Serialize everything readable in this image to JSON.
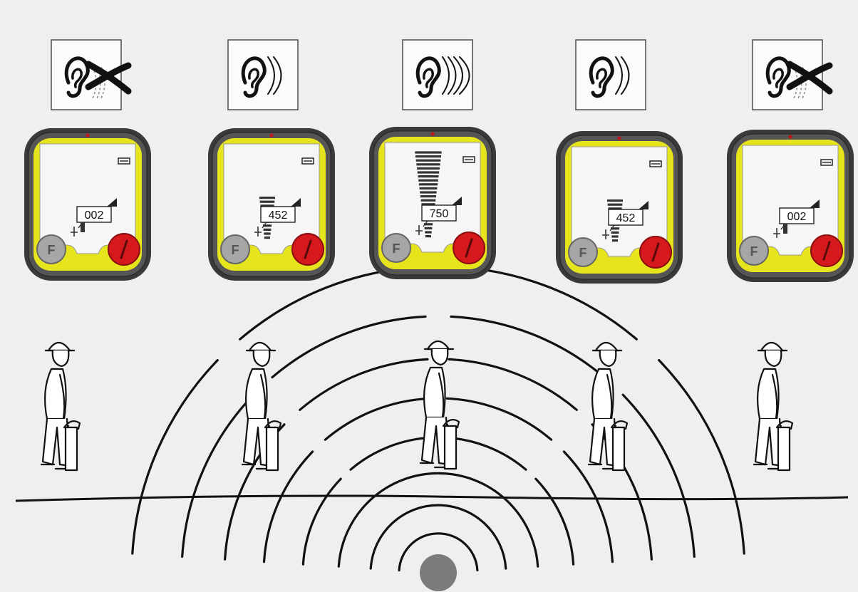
{
  "colors": {
    "background": "#efefef",
    "device_body": "#3a3a3a",
    "device_bezel": "#e6e41d",
    "screen": "#f6f6f6",
    "power_button": "#d6191c",
    "f_button": "#a6a6a6",
    "ink": "#111111",
    "source": "#7b7b7b"
  },
  "icons": {
    "no_sound": "ear-crossed-icon",
    "sound": "ear-sound-waves-icon",
    "f_key": "f-button-icon",
    "power_key": "power-button-icon",
    "signal": "signal-strength-icon",
    "operator": "operator-with-locator-icon",
    "buried_source": "buried-signal-source-icon"
  },
  "positions": [
    {
      "audio": "none",
      "level": 0,
      "value": "002",
      "f_label": "F"
    },
    {
      "audio": "medium",
      "level": 11,
      "value": "452",
      "f_label": "F"
    },
    {
      "audio": "strong",
      "level": 22,
      "value": "750",
      "f_label": "F"
    },
    {
      "audio": "medium",
      "level": 11,
      "value": "452",
      "f_label": "F"
    },
    {
      "audio": "none",
      "level": 0,
      "value": "002",
      "f_label": "F"
    }
  ]
}
